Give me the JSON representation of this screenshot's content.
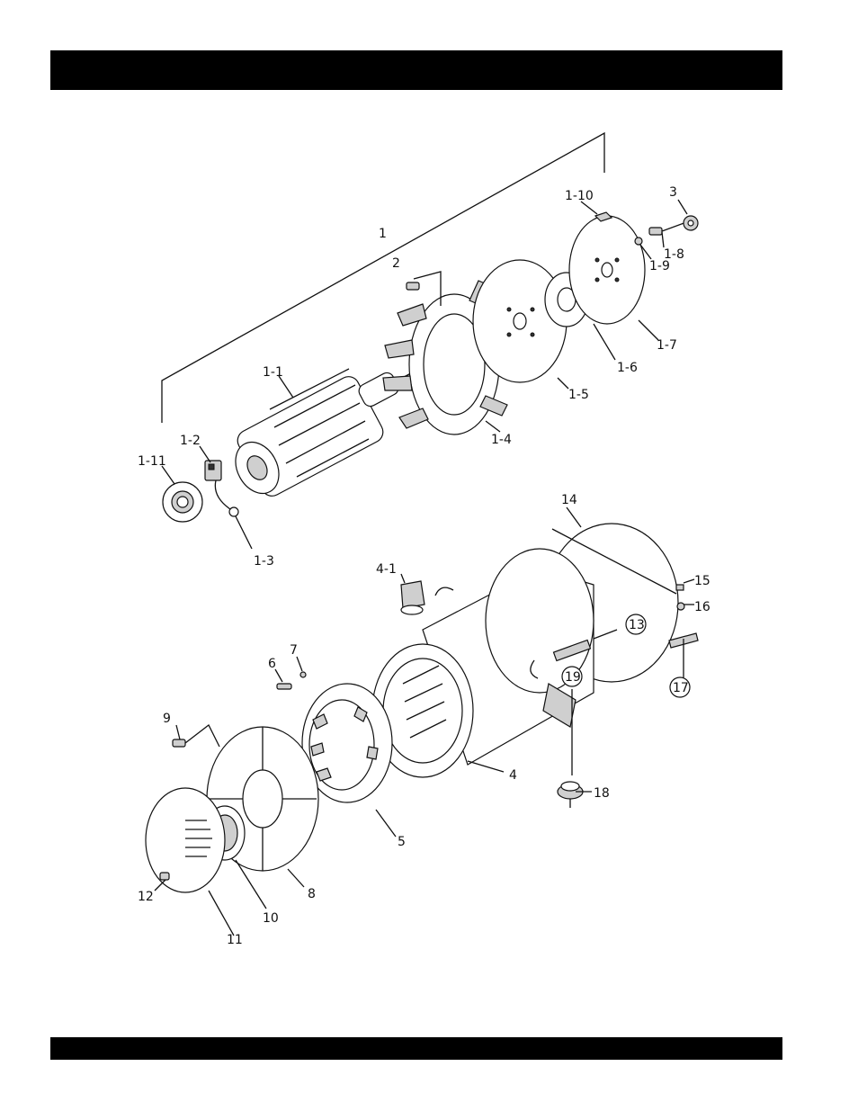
{
  "labels": {
    "l1": "1",
    "l1_1": "1-1",
    "l1_2": "1-2",
    "l1_3": "1-3",
    "l1_4": "1-4",
    "l1_5": "1-5",
    "l1_6": "1-6",
    "l1_7": "1-7",
    "l1_8": "1-8",
    "l1_9": "1-9",
    "l1_10": "1-10",
    "l1_11": "1-11",
    "l2": "2",
    "l3": "3",
    "l4": "4",
    "l4_1": "4-1",
    "l5": "5",
    "l6": "6",
    "l7": "7",
    "l8": "8",
    "l9": "9",
    "l10": "10",
    "l11": "11",
    "l12": "12",
    "l13": "13",
    "l14": "14",
    "l15": "15",
    "l16": "16",
    "l17": "17",
    "l18": "18",
    "l19": "19"
  }
}
